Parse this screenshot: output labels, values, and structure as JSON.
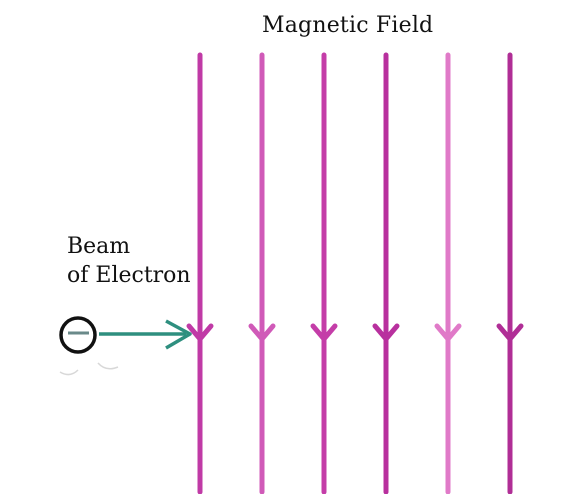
{
  "title": "Magnetic Field",
  "beam_label_line1": "Beam",
  "beam_label_line2": "of Electron",
  "field_line_count": 6,
  "colors": {
    "field_lines": [
      "#c03aa6",
      "#d05ab8",
      "#c43da8",
      "#b8309e",
      "#e07ac8",
      "#b02e96"
    ],
    "beam_arrow": "#2e8f7f",
    "electron_ring": "#111111",
    "electron_core": "#6a8a8a"
  },
  "icons": {
    "electron": "circle-with-dash",
    "field_direction_marker": "downward-chevron"
  }
}
